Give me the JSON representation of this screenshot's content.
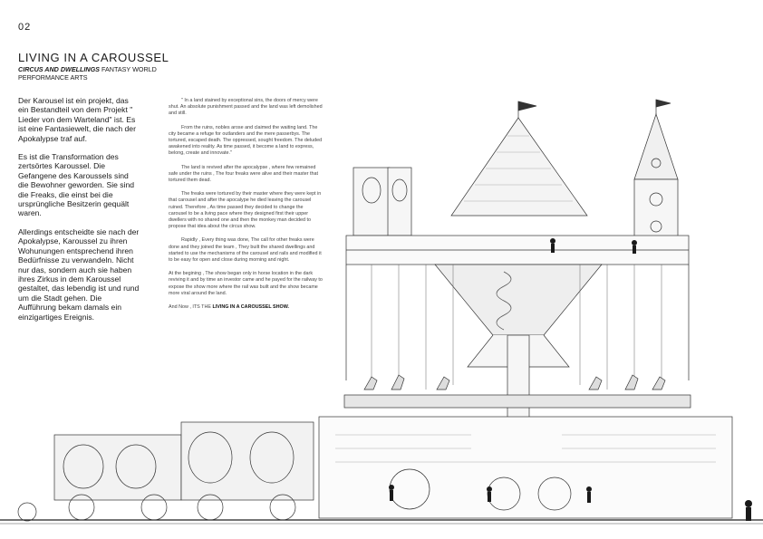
{
  "page": {
    "number": "02",
    "title": "LIVING IN A CAROUSSEL",
    "subtitle_bold": "CIRCUS AND DWELLINGS",
    "subtitle_rest": " FANTASY WORLD PERFORMANCE ARTS"
  },
  "intro": {
    "p1": "Der Karousel ist ein projekt, das ein Bestandteil von dem Projekt \" Lieder von dem Warteland\" ist. Es ist eine Fantasiewelt, die nach der Apokalypse traf auf.",
    "p2": "Es ist die Transformation des zertsörtes Karoussel. Die Gefangene des Karoussels sind die Bewohner geworden. Sie sind die Freaks, die einst bei die ursprüngliche Besitzerin gequält waren.",
    "p3": "Allerdings entscheidte sie nach der Apokalypse, Karoussel zu ihren Wohunungen entsprechend ihren Bedürfnisse zu verwandeln. Nicht nur das, sondern auch sie haben ihres Zirkus in dem Karoussel gestaltet, das lebendig ist und rund um die Stadt gehen. Die Aufführung bekam damals ein einzigartiges Ereignis."
  },
  "story": {
    "p1": "\" In a land stained by exceptional sins, the doors of mercy were shut. An absolute punishment passed and the land was left demolished and still.",
    "p2": "From the ruins, nobles arose and claimed the waiting land. The city became a refuge for outlanders and the mere passerbys. The tortured, escaped death. The oppressed, sought freedom. The deluded awakened into reality. As time passed, it become a land to express, belong, create and innovate.\"",
    "p3": "The land is revived after the apocalypse , where few remained safe under the ruins , The four freaks were alive and their master that tortured them dead.",
    "p4": "The freaks were tortured by their master where they were kept in that carousel and after the apocalype he died leaving the carousel ruined. Therefore , As time passed they decided to change the carousel to be a living pace where they designed first their upper dwellers with no shared one and then the monkey man decided to propose that idea about the circus show.",
    "p5": "Rapidly , Every thing was done, The call for other freaks were done and they joined the team , They built the shared dwellings and started to use the mechanisms of the carousel and rails and modified it to be easy for open and close during morning and night.",
    "p6": "At the begining , The show began only in horse location in the dark reviving it and by time an investor came and he payed for the railway to expose the show more where the rail was built and the show became more viral around the land.",
    "p7_lead": "And Now , ITS THE ",
    "p7_bold": "LIVING IN A CAROUSSEL SHOW."
  },
  "colors": {
    "ink": "#1a1a1a",
    "line": "#333333",
    "fill_light": "#e6e6e6",
    "fill_mid": "#bdbdbd"
  }
}
